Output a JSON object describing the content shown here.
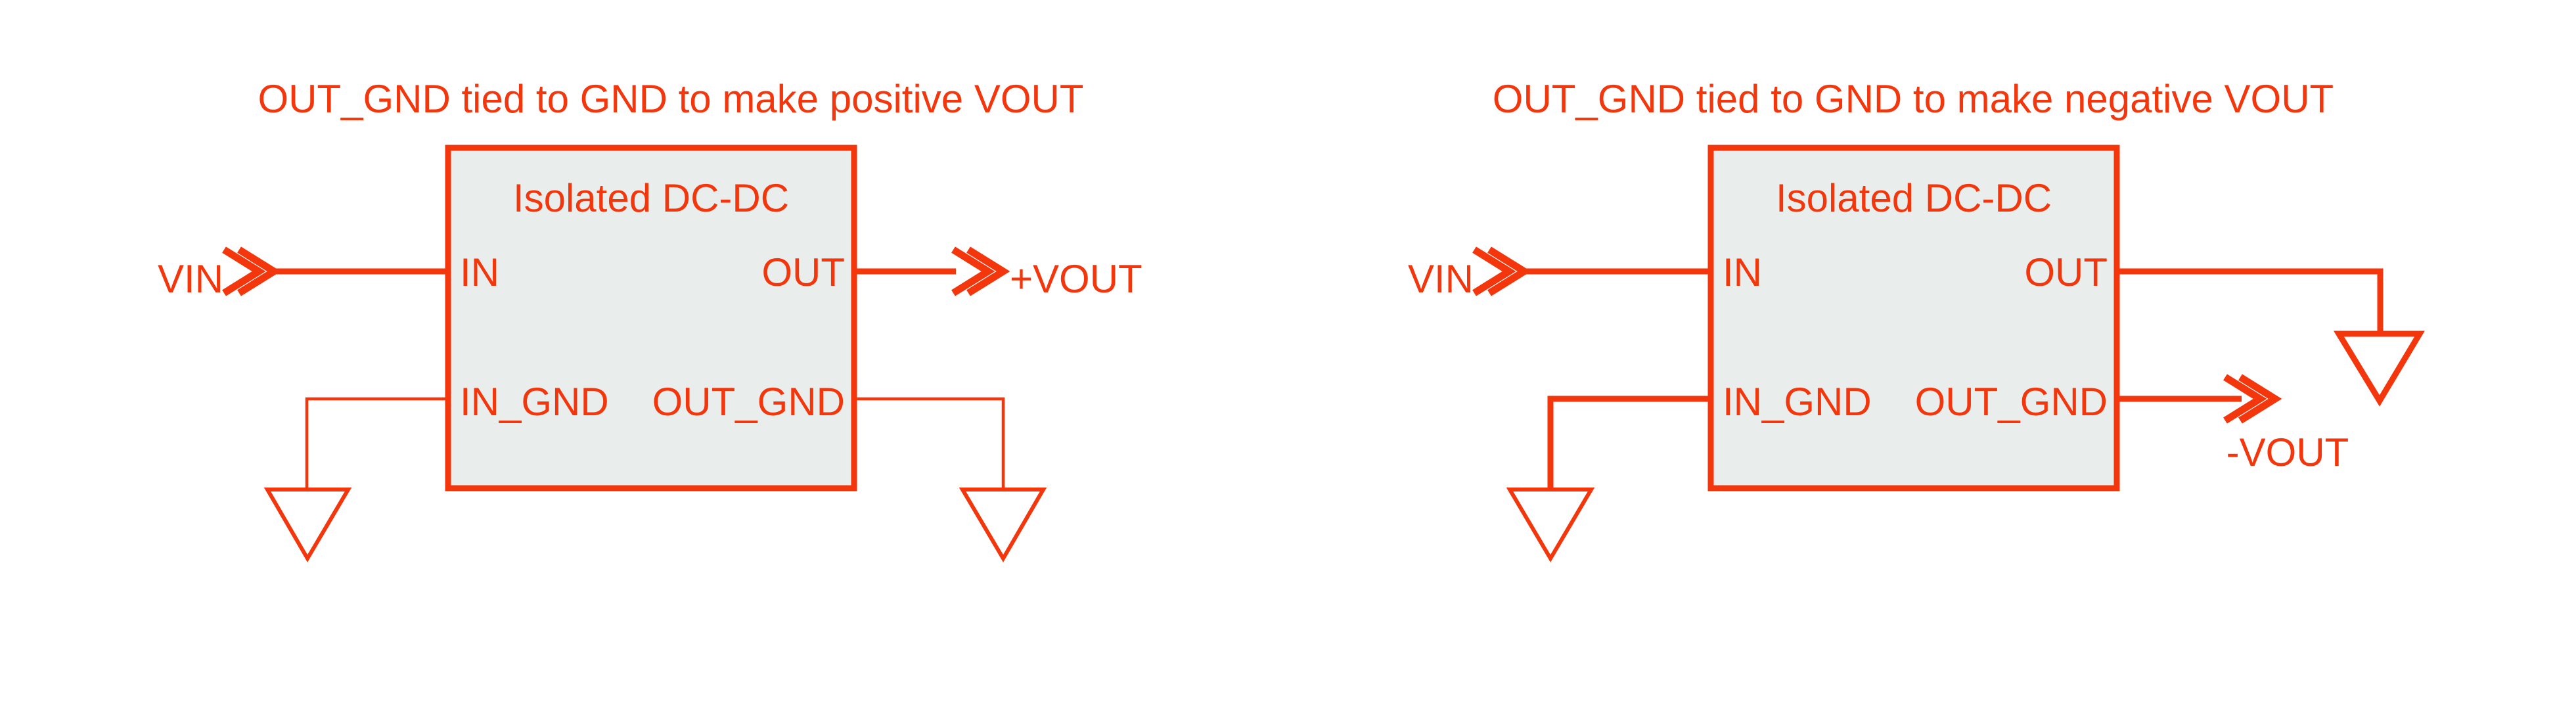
{
  "colors": {
    "accent": "#f4360c",
    "block_fill": "#e9eeec",
    "background": "#ffffff"
  },
  "diagrams": [
    {
      "id": "positive-vout",
      "title": "OUT_GND tied to GND to make positive VOUT",
      "block_label": "Isolated DC-DC",
      "pin_in": "IN",
      "pin_out": "OUT",
      "pin_in_gnd": "IN_GND",
      "pin_out_gnd": "OUT_GND",
      "net_in": "VIN",
      "net_out": "+VOUT"
    },
    {
      "id": "negative-vout",
      "title": "OUT_GND tied to GND to make negative VOUT",
      "block_label": "Isolated DC-DC",
      "pin_in": "IN",
      "pin_out": "OUT",
      "pin_in_gnd": "IN_GND",
      "pin_out_gnd": "OUT_GND",
      "net_in": "VIN",
      "net_out": "-VOUT"
    }
  ]
}
